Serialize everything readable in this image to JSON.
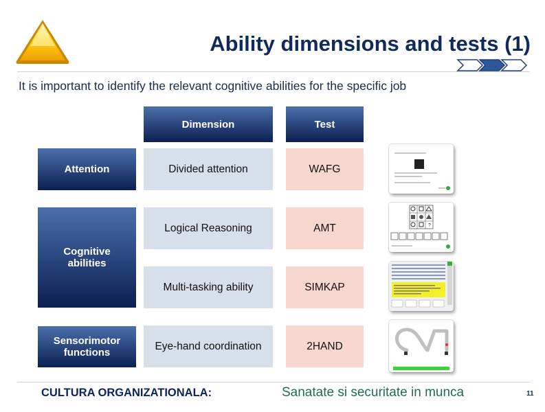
{
  "title": "Ability dimensions and tests (1)",
  "subtitle": "It is important to identify the relevant cognitive abilities for the specific job",
  "table": {
    "header_dimension": "Dimension",
    "header_test": "Test",
    "groups": [
      {
        "label": "Attention"
      },
      {
        "label": "Cognitive abilities"
      },
      {
        "label": "Sensorimotor functions"
      }
    ],
    "rows": [
      {
        "dimension": "Divided attention",
        "test": "WAFG"
      },
      {
        "dimension": "Logical Reasoning",
        "test": "AMT"
      },
      {
        "dimension": "Multi-tasking ability",
        "test": "SIMKAP"
      },
      {
        "dimension": "Eye-hand coordination",
        "test": "2HAND"
      }
    ]
  },
  "footer": {
    "left": "CULTURA ORGANIZATIONALA:",
    "right": "Sanatate si securitate in munca",
    "page_number": "11"
  },
  "colors": {
    "title": "#102a5c",
    "header_gradient_top": "#4b6fab",
    "header_gradient_bottom": "#0b1f52",
    "dimension_cell": "#d7dfea",
    "test_cell": "#f8d8ce",
    "footer_right": "#1f6f4c"
  },
  "icons": {
    "logo": "warning-triangle-icon",
    "nav": "chevron-arrows-icon"
  }
}
